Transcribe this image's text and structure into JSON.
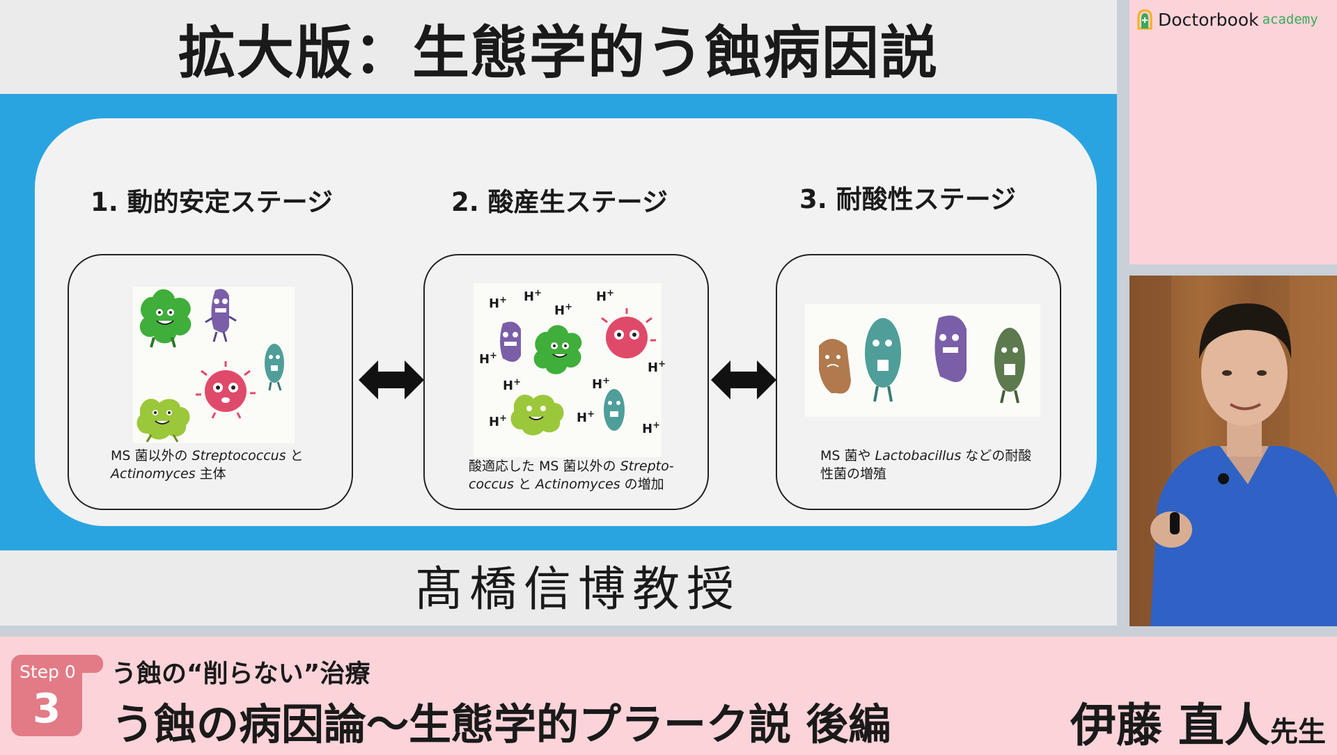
{
  "brand": {
    "name": "Doctorbook",
    "sub": "academy",
    "accent": "#3aa95a"
  },
  "slide": {
    "title": "拡大版：生態学的う蝕病因説",
    "band_color": "#2aa4e0",
    "lecturer": "髙橋信博教授",
    "stages": [
      {
        "title": "1. 動的安定ステージ",
        "caption_parts": [
          "MS 菌以外の ",
          "Streptococcus",
          " と ",
          "Actinomyces",
          " 主体"
        ]
      },
      {
        "title": "2. 酸産生ステージ",
        "caption_parts": [
          "酸適応した MS 菌以外の ",
          "Strepto-coccus",
          " と ",
          "Actinomyces",
          " の増加"
        ]
      },
      {
        "title": "3. 耐酸性ステージ",
        "caption_parts": [
          "MS 菌や ",
          "Lactobacillus",
          " などの耐酸性菌の増殖"
        ]
      }
    ],
    "h_ion": {
      "base": "H",
      "charge": "+"
    }
  },
  "lower_third": {
    "step_label": "Step 0",
    "step_number": "3",
    "course_title": "う蝕の“削らない”治療",
    "lecture_title": "う蝕の病因論〜生態学的プラーク説 後編",
    "presenter_name": "伊藤 直人",
    "presenter_honorific": "先生",
    "badge_color": "#e27b86"
  }
}
